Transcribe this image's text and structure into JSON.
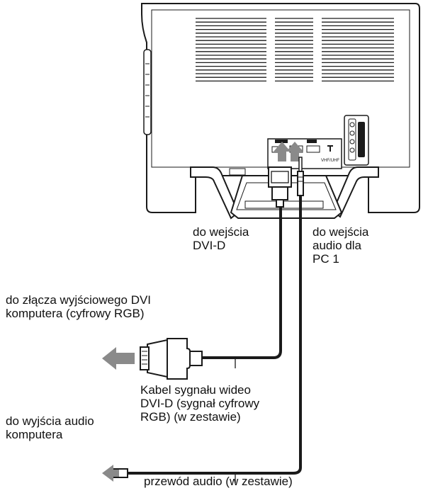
{
  "labels": {
    "dvi_input": "do wejścia\nDVI-D",
    "audio_input": "do wejścia\naudio dla\nPC 1",
    "dvi_output": "do złącza wyjściowego DVI\nkomputera (cyfrowy RGB)",
    "dvi_cable": "Kabel sygnału wideo\nDVI-D (sygnał cyfrowy\nRGB) (w zestawie)",
    "audio_output": "do wyjścia audio\nkomputera",
    "audio_cable": "przewód audio (w zestawie)"
  },
  "panel_markings": {
    "antenna": "VHF/UHF"
  }
}
